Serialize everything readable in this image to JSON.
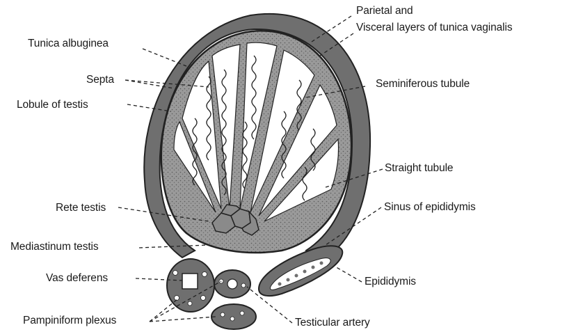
{
  "labels": {
    "parietal_visceral_line1": "Parietal and",
    "parietal_visceral_line2": "Visceral layers of tunica vaginalis",
    "tunica_albuginea": "Tunica albuginea",
    "septa": "Septa",
    "seminiferous_tubule": "Seminiferous tubule",
    "lobule_of_testis": "Lobule of testis",
    "straight_tubule": "Straight tubule",
    "rete_testis": "Rete testis",
    "sinus_of_epididymis": "Sinus of epididymis",
    "mediastinum_testis": "Mediastinum testis",
    "vas_deferens": "Vas deferens",
    "epididymis": "Epididymis",
    "pampiniform_plexus": "Pampiniform plexus",
    "testicular_artery": "Testicular artery"
  },
  "colors": {
    "tissue_outer": "#6f6f6f",
    "tissue_inner": "#9a9a9a",
    "outline": "#222222",
    "lumen": "#ffffff",
    "text": "#1a1a1a"
  }
}
